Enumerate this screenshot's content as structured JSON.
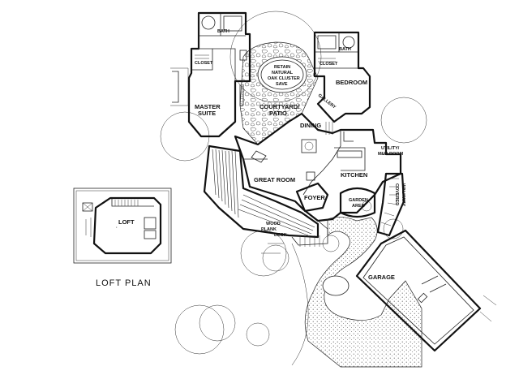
{
  "rooms": {
    "bath_master": "BATH",
    "closet_master": "CLOSET",
    "master_suite_line1": "MASTER",
    "master_suite_line2": "SUITE",
    "courtyard_line1": "COURTYARD/",
    "courtyard_line2": "PATIO",
    "retain_line1": "RETAIN",
    "retain_line2": "NATURAL",
    "retain_line3": "OAK CLUSTER",
    "retain_line4": "SAVE",
    "closet_bed": "CLOSET",
    "bath_bed": "BATH",
    "bedroom": "BEDROOM",
    "gallery": "GALLERY",
    "dining": "DINING",
    "great_room": "GREAT ROOM",
    "kitchen": "KITCHEN",
    "utility_line1": "UTILITY/",
    "utility_line2": "MUD ROOM",
    "foyer": "FOYER",
    "garden_line1": "GARDEN",
    "garden_line2": "AREA",
    "covered_walkway_line1": "COVERED",
    "covered_walkway_line2": "WALKWAY",
    "plank_line1": "WOOD",
    "plank_line2": "PLANK",
    "plank_line3": "DECK",
    "garage": "GARAGE",
    "loft": "LOFT",
    "loft_plan_title": "LOFT PLAN"
  }
}
